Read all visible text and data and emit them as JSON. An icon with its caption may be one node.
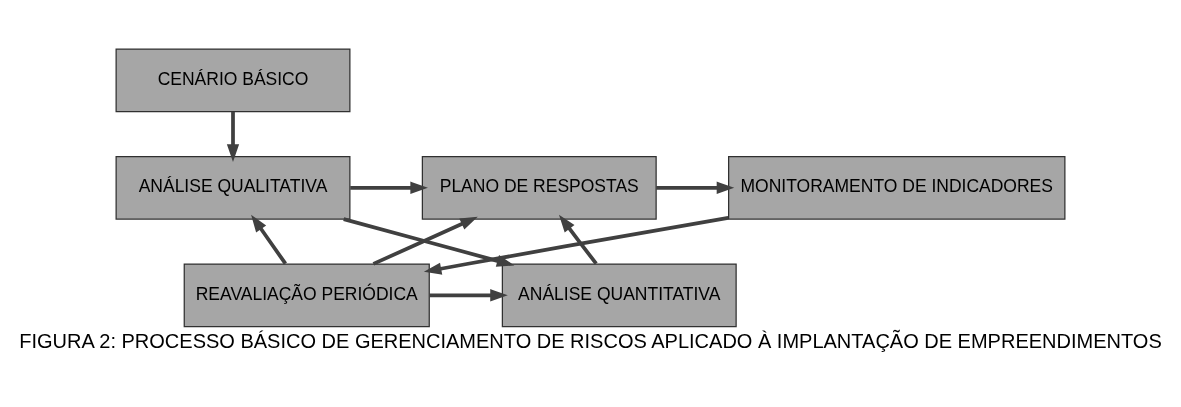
{
  "diagram": {
    "caption": "FIGURA 2: PROCESSO BÁSICO DE GERENCIAMENTO DE RISCOS APLICADO À IMPLANTAÇÃO DE EMPREENDIMENTOS",
    "nodes": [
      {
        "text": [
          "CENÁRIO BÁSICO"
        ]
      },
      {
        "text": [
          "ANÁLISE QUALITATIVA"
        ]
      },
      {
        "text": [
          "PLANO DE RESPOSTAS"
        ]
      },
      {
        "text": [
          "MONITORAMENTO DE INDICADORES"
        ]
      },
      {
        "text": [
          "ANÁLISE QUANTITATIVA"
        ]
      },
      {
        "text": [
          "REAVALIAÇÃO PERIÓDICA"
        ]
      }
    ],
    "edges": [
      {
        "from": 0,
        "to": 1,
        "arrow": "to"
      },
      {
        "from": 1,
        "to": 2,
        "arrow": "to"
      },
      {
        "from": 2,
        "to": 3,
        "arrow": "to"
      },
      {
        "from": 1,
        "to": 4,
        "arrow": "to"
      },
      {
        "from": 3,
        "to": 5,
        "arrow": "to"
      },
      {
        "from": 4,
        "to": 2,
        "arrow": "to"
      },
      {
        "from": 5,
        "to": 2,
        "arrow": "to"
      },
      {
        "from": 5,
        "to": 1,
        "arrow": "to"
      },
      {
        "from": 5,
        "to": 4,
        "arrow": "to"
      }
    ]
  }
}
